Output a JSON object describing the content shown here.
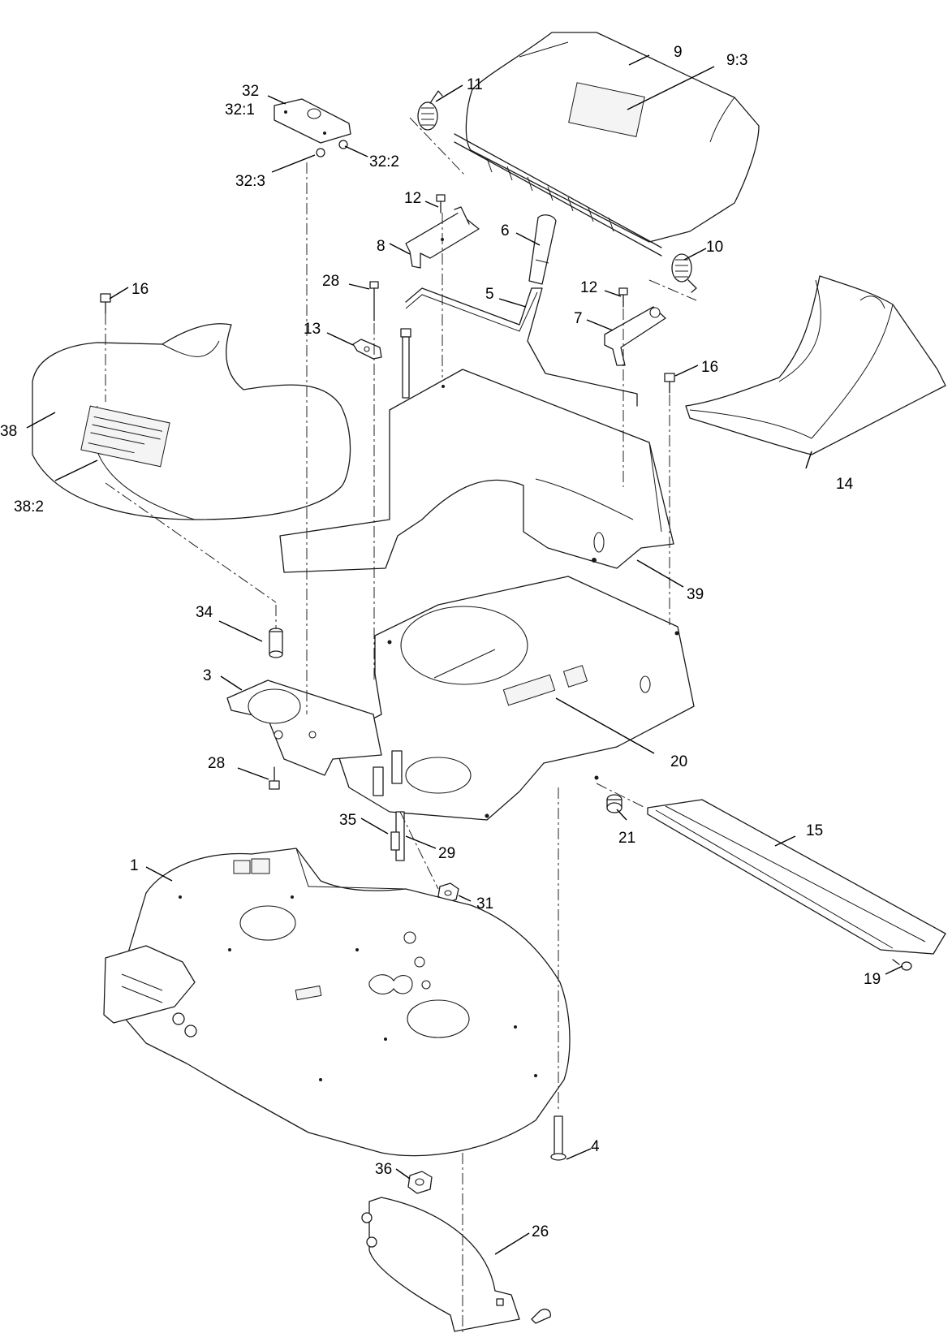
{
  "callouts": [
    {
      "id": "c1",
      "label": "1"
    },
    {
      "id": "c3",
      "label": "3"
    },
    {
      "id": "c4",
      "label": "4"
    },
    {
      "id": "c5",
      "label": "5"
    },
    {
      "id": "c6",
      "label": "6"
    },
    {
      "id": "c7",
      "label": "7"
    },
    {
      "id": "c8",
      "label": "8"
    },
    {
      "id": "c9",
      "label": "9"
    },
    {
      "id": "c9-3",
      "label": "9:3"
    },
    {
      "id": "c10",
      "label": "10"
    },
    {
      "id": "c11",
      "label": "11"
    },
    {
      "id": "c12a",
      "label": "12"
    },
    {
      "id": "c12b",
      "label": "12"
    },
    {
      "id": "c13",
      "label": "13"
    },
    {
      "id": "c14",
      "label": "14"
    },
    {
      "id": "c15",
      "label": "15"
    },
    {
      "id": "c16a",
      "label": "16"
    },
    {
      "id": "c16b",
      "label": "16"
    },
    {
      "id": "c19",
      "label": "19"
    },
    {
      "id": "c20",
      "label": "20"
    },
    {
      "id": "c21",
      "label": "21"
    },
    {
      "id": "c26",
      "label": "26"
    },
    {
      "id": "c28a",
      "label": "28"
    },
    {
      "id": "c28b",
      "label": "28"
    },
    {
      "id": "c29",
      "label": "29"
    },
    {
      "id": "c31",
      "label": "31"
    },
    {
      "id": "c32",
      "label": "32"
    },
    {
      "id": "c32-1",
      "label": "32:1"
    },
    {
      "id": "c32-2",
      "label": "32:2"
    },
    {
      "id": "c32-3",
      "label": "32:3"
    },
    {
      "id": "c34",
      "label": "34"
    },
    {
      "id": "c35",
      "label": "35"
    },
    {
      "id": "c36",
      "label": "36"
    },
    {
      "id": "c38",
      "label": "38"
    },
    {
      "id": "c38-2",
      "label": "38:2"
    },
    {
      "id": "c39",
      "label": "39"
    }
  ]
}
